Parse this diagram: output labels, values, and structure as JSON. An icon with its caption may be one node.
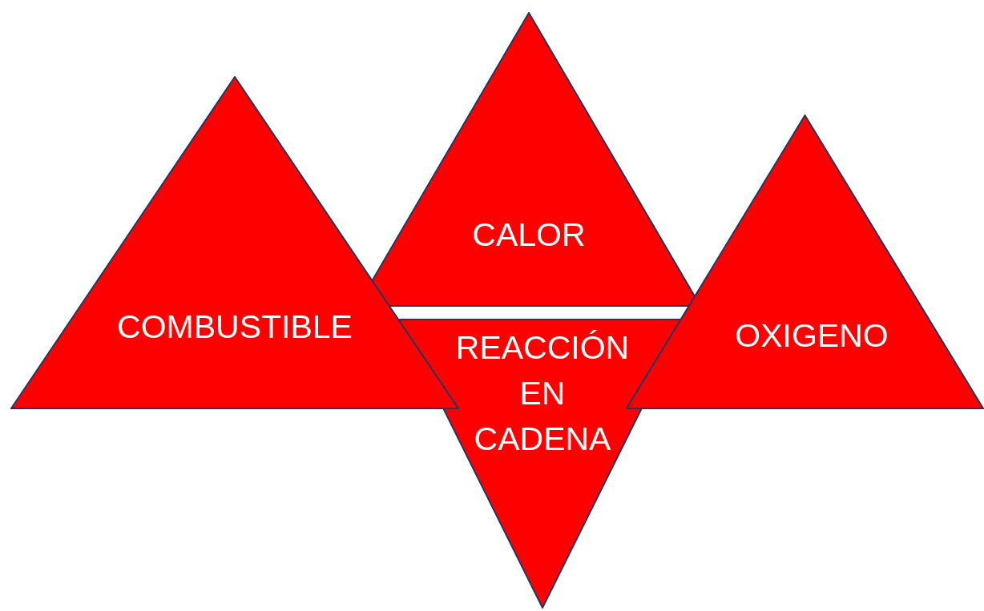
{
  "diagram": {
    "nodes": [
      {
        "text": [
          "CALOR"
        ]
      },
      {
        "text": [
          "COMBUSTIBLE"
        ]
      },
      {
        "text": [
          "OXIGENO"
        ]
      },
      {
        "text": [
          "REACCIÓN EN CADENA"
        ]
      }
    ]
  }
}
